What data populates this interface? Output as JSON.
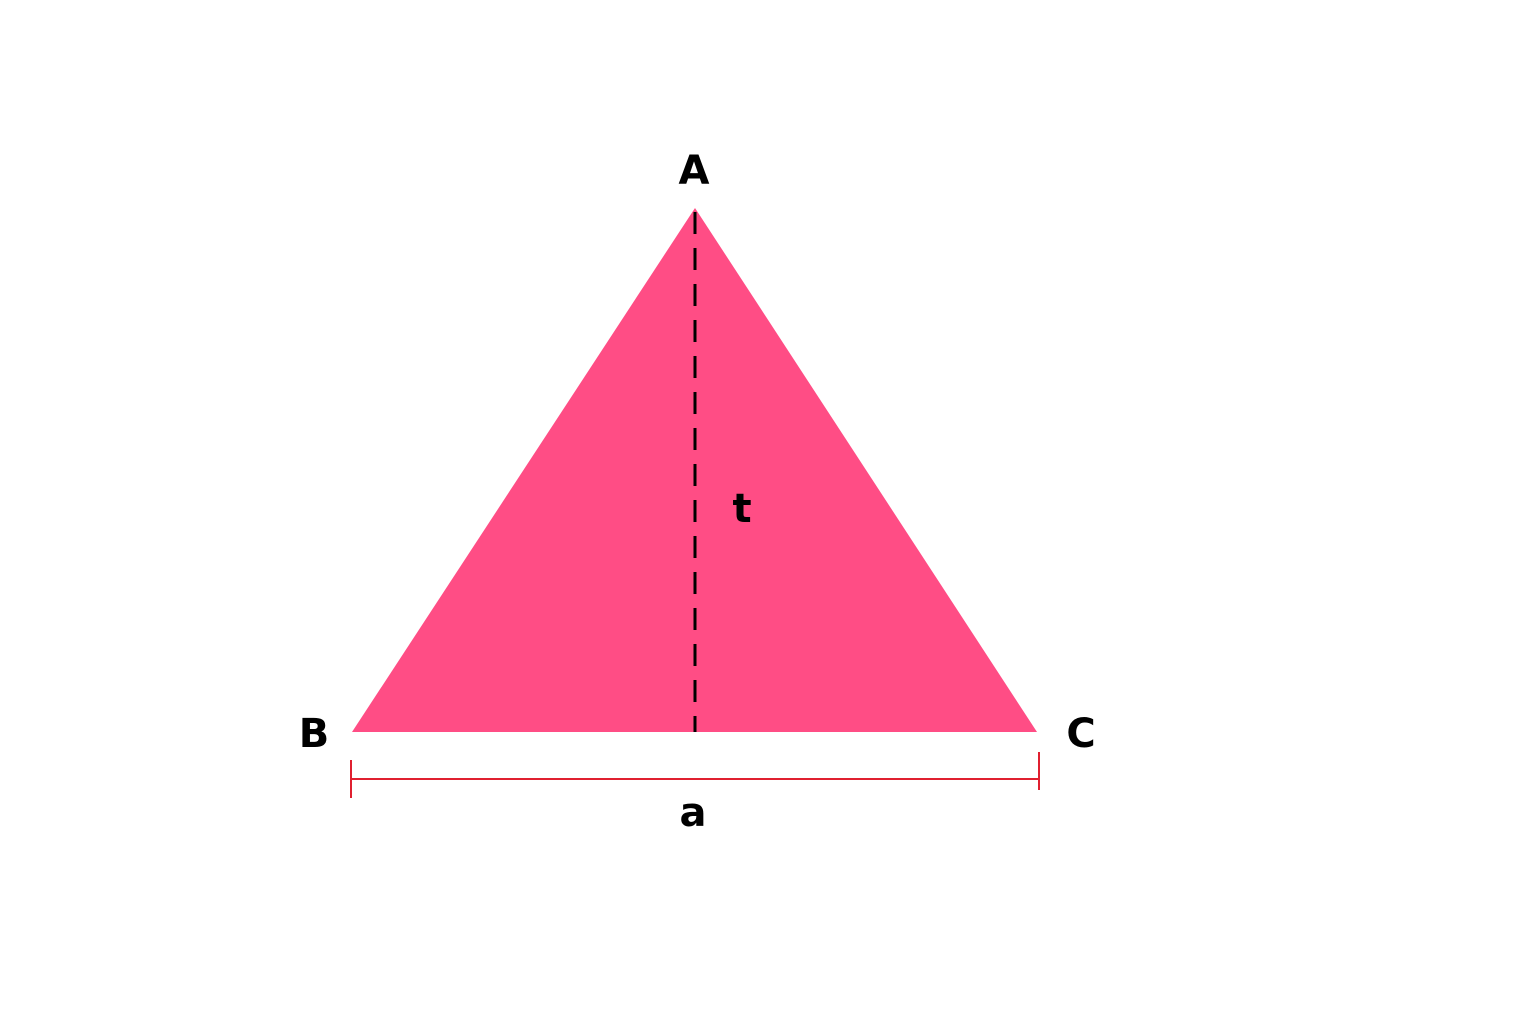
{
  "labels": {
    "vertex_top": "A",
    "vertex_bottom_left": "B",
    "vertex_bottom_right": "C",
    "height": "t",
    "base": "a"
  },
  "colors": {
    "triangle_fill": "#ff4d85",
    "height_line": "#000000",
    "dimension_line": "#e02030",
    "label_text": "#000000",
    "background": "#ffffff"
  }
}
